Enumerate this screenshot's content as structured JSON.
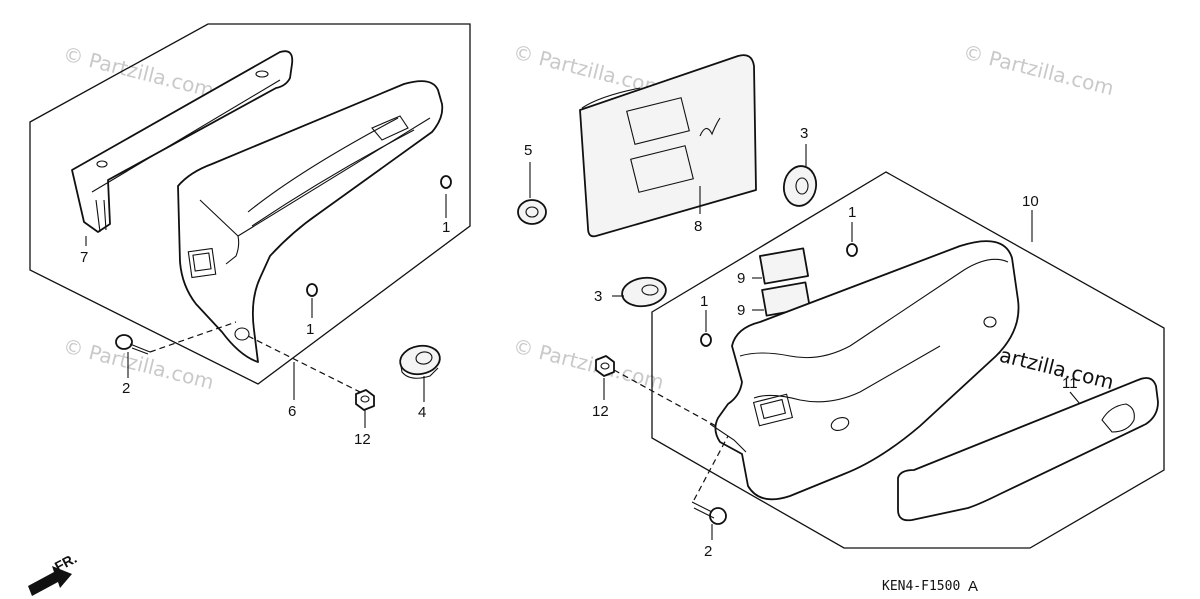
{
  "diagram": {
    "callouts": [
      {
        "key": "c7",
        "text": "7"
      },
      {
        "key": "c1a",
        "text": "1"
      },
      {
        "key": "c1b",
        "text": "1"
      },
      {
        "key": "c2a",
        "text": "2"
      },
      {
        "key": "c6",
        "text": "6"
      },
      {
        "key": "c12a",
        "text": "12"
      },
      {
        "key": "c4",
        "text": "4"
      },
      {
        "key": "c5",
        "text": "5"
      },
      {
        "key": "c8",
        "text": "8"
      },
      {
        "key": "c3a",
        "text": "3"
      },
      {
        "key": "c3b",
        "text": "3"
      },
      {
        "key": "c1c",
        "text": "1"
      },
      {
        "key": "c1d",
        "text": "1"
      },
      {
        "key": "c9a",
        "text": "9"
      },
      {
        "key": "c9b",
        "text": "9"
      },
      {
        "key": "c10",
        "text": "10"
      },
      {
        "key": "c11",
        "text": "11"
      },
      {
        "key": "c12b",
        "text": "12"
      },
      {
        "key": "c2b",
        "text": "2"
      }
    ],
    "watermark": "© Partzilla.com",
    "part_code": "KEN4-F1500",
    "part_code_suffix": "A",
    "direction_label": "FR."
  }
}
